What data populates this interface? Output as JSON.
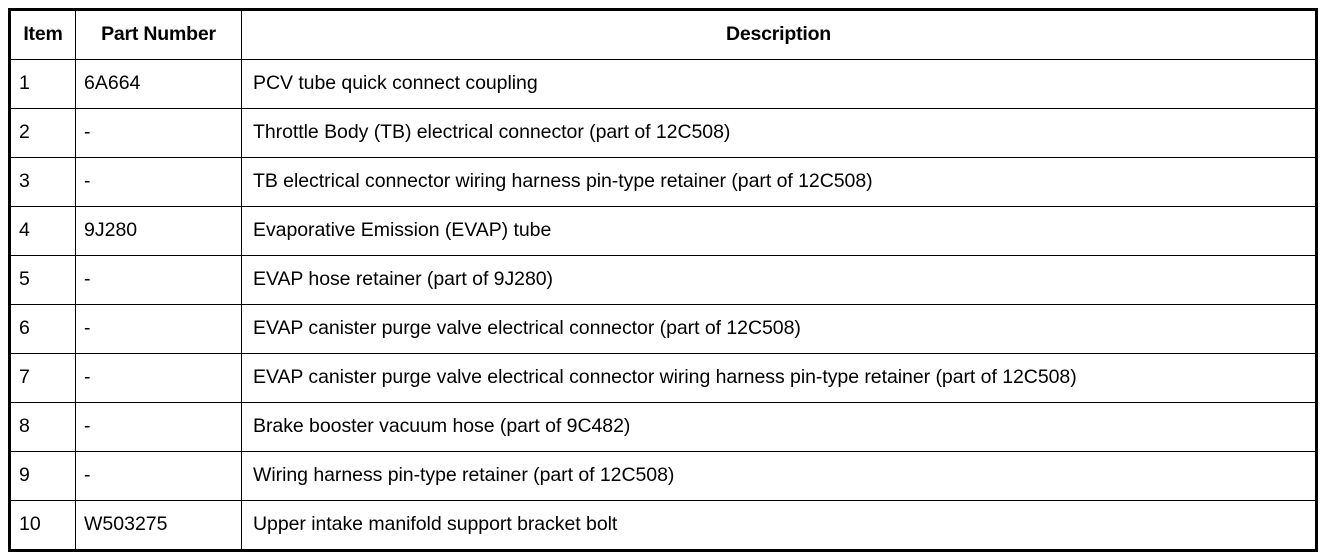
{
  "table": {
    "columns": [
      {
        "key": "item",
        "label": "Item",
        "align": "center"
      },
      {
        "key": "part_number",
        "label": "Part Number",
        "align": "center"
      },
      {
        "key": "description",
        "label": "Description",
        "align": "center"
      }
    ],
    "rows": [
      {
        "item": "1",
        "part_number": "6A664",
        "description": "PCV tube quick connect coupling"
      },
      {
        "item": "2",
        "part_number": "-",
        "description": "Throttle Body (TB) electrical connector (part of 12C508)"
      },
      {
        "item": "3",
        "part_number": "-",
        "description": "TB electrical connector wiring harness pin-type retainer (part of 12C508)"
      },
      {
        "item": "4",
        "part_number": "9J280",
        "description": "Evaporative Emission (EVAP) tube"
      },
      {
        "item": "5",
        "part_number": "-",
        "description": "EVAP hose retainer (part of 9J280)"
      },
      {
        "item": "6",
        "part_number": "-",
        "description": "EVAP canister purge valve electrical connector (part of 12C508)"
      },
      {
        "item": "7",
        "part_number": "-",
        "description": "EVAP canister purge valve electrical connector wiring harness pin-type retainer (part of 12C508)"
      },
      {
        "item": "8",
        "part_number": "-",
        "description": "Brake booster vacuum hose (part of 9C482)"
      },
      {
        "item": "9",
        "part_number": "-",
        "description": "Wiring harness pin-type retainer (part of 12C508)"
      },
      {
        "item": "10",
        "part_number": "W503275",
        "description": "Upper intake manifold support bracket bolt"
      }
    ]
  },
  "style": {
    "border_color": "#000000",
    "background_color": "#ffffff",
    "text_color": "#000000"
  }
}
